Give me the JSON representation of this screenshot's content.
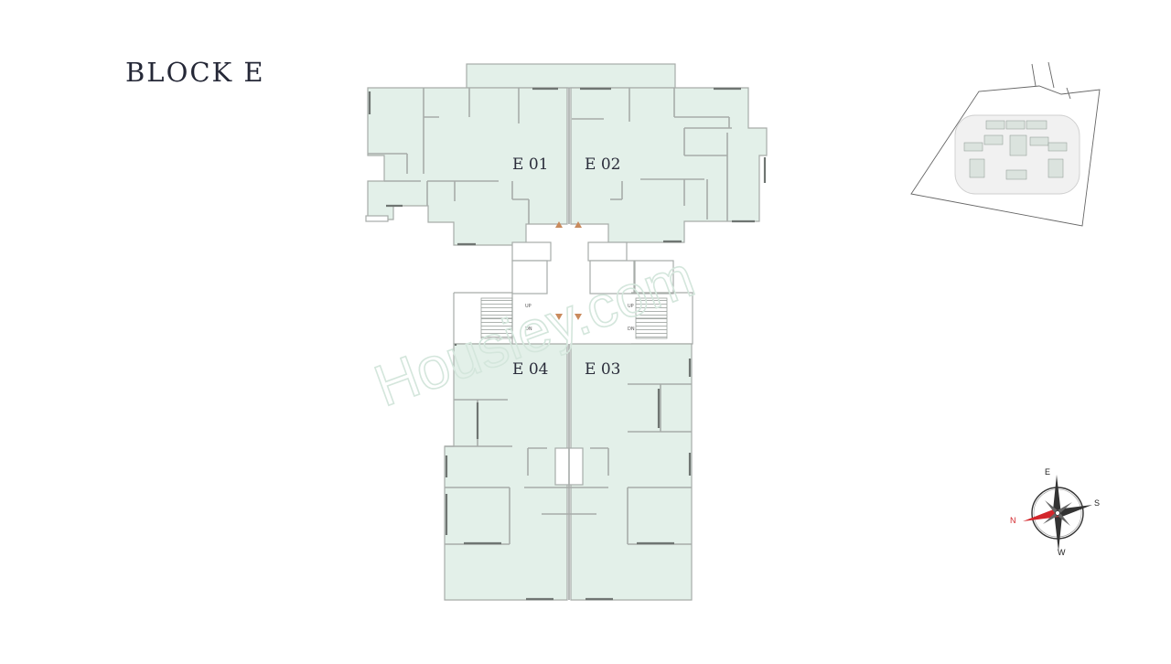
{
  "title": "BLOCK E",
  "units": [
    "E 01",
    "E 02",
    "E 04",
    "E 03"
  ],
  "stairs": {
    "up": "UP",
    "down": "DN"
  },
  "compass": {
    "east": "E",
    "south": "S",
    "west": "W",
    "north": "N"
  },
  "watermark": "Housiey.com",
  "colors": {
    "floor_fill": "#e3f0e9",
    "wall": "#a7aca9",
    "arrow": "#c98a5c",
    "north_needle": "#d3262b",
    "text": "#252837"
  }
}
